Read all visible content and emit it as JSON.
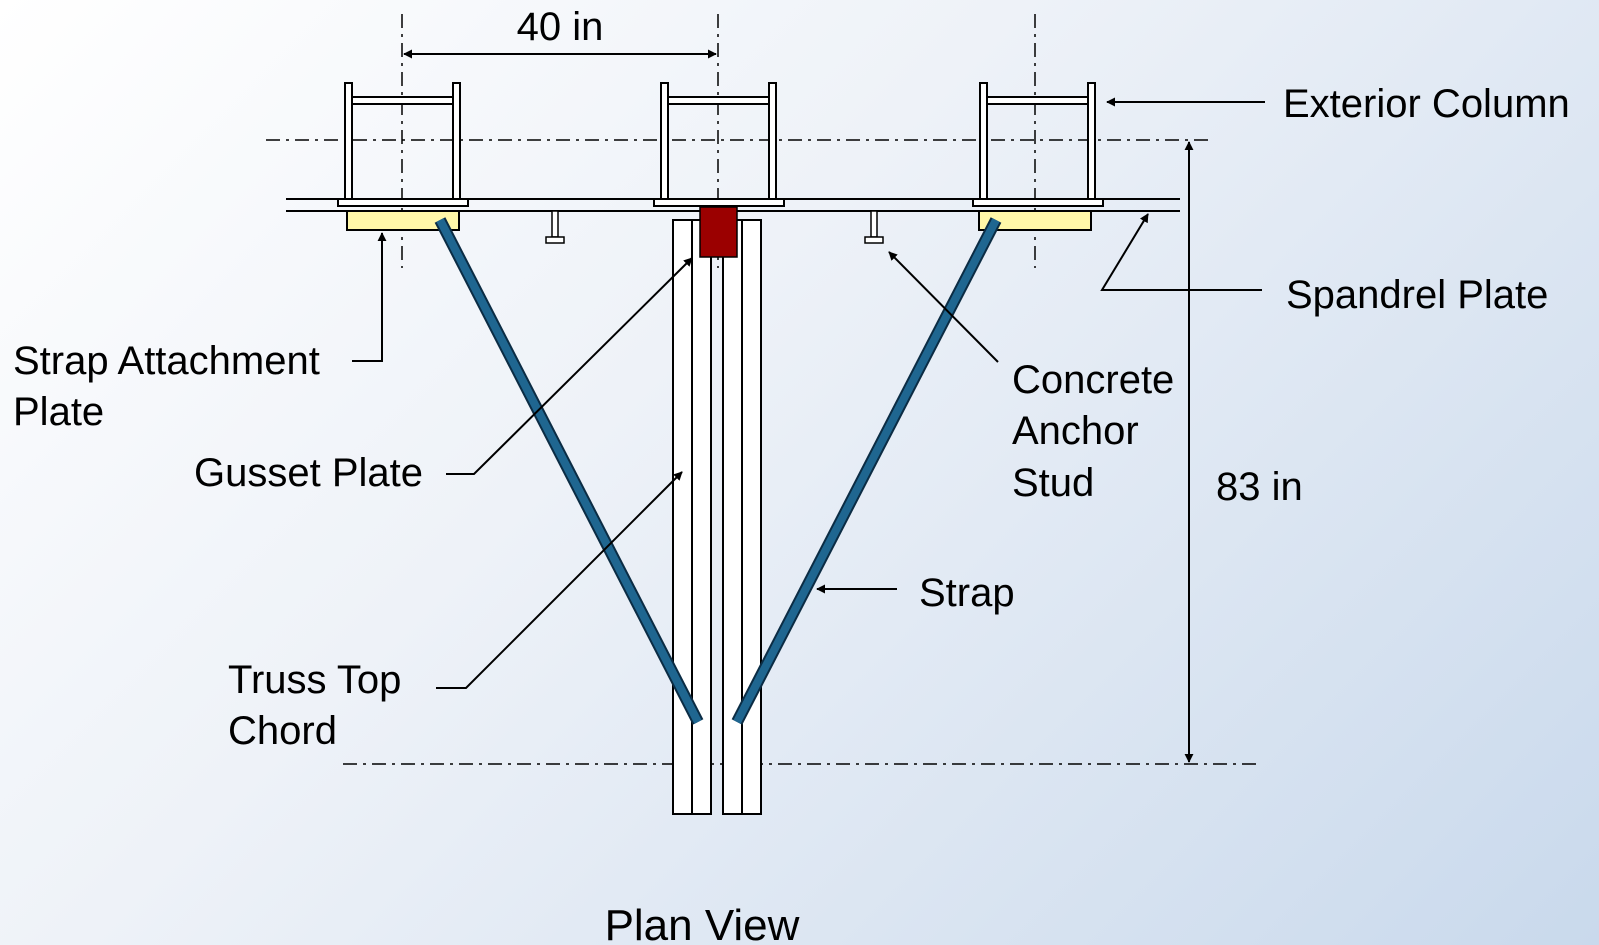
{
  "labels": {
    "dimension_width": "40 in",
    "dimension_depth": "83 in",
    "exterior_column": "Exterior Column",
    "spandrel_plate": "Spandrel Plate",
    "strap_attachment_plate_line1": "Strap Attachment",
    "strap_attachment_plate_line2": "Plate",
    "gusset_plate": "Gusset Plate",
    "concrete_anchor_stud_line1": "Concrete",
    "concrete_anchor_stud_line2": "Anchor",
    "concrete_anchor_stud_line3": "Stud",
    "strap": "Strap",
    "truss_top_chord_line1": "Truss Top",
    "truss_top_chord_line2": "Chord",
    "view_title": "Plan View"
  },
  "colors": {
    "strap": "#1f6690",
    "strap_outline": "#0b2c44",
    "gusset_plate": "#9b0000",
    "attachment_plate": "#fff7a8",
    "line": "#000000"
  }
}
